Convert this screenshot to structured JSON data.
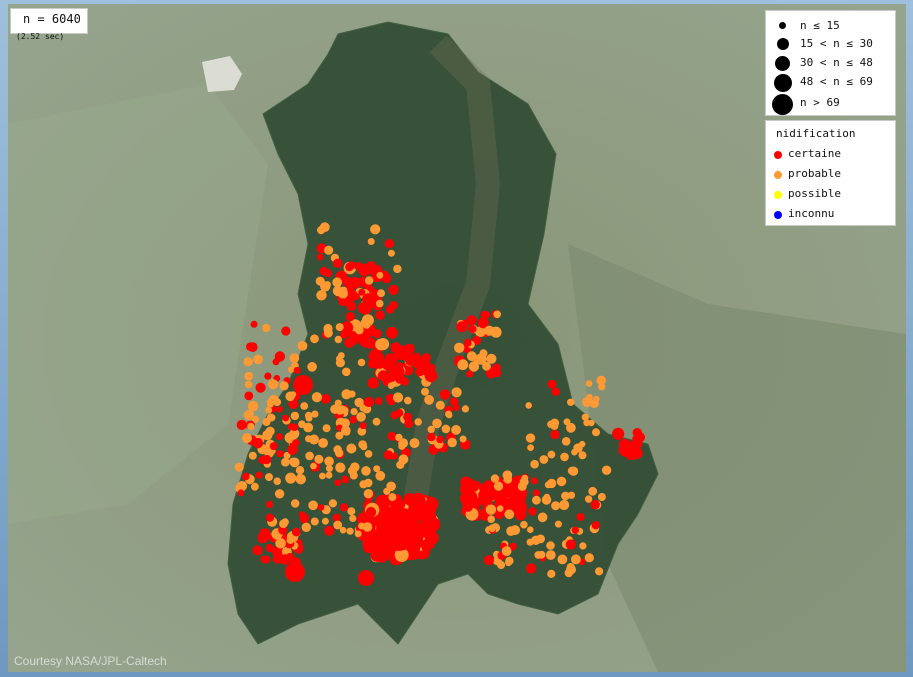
{
  "count_label": "n = 6040",
  "timing_label": "(2.52 sec)",
  "credit": "Courtesy NASA/JPL-Caltech",
  "size_legend": [
    {
      "label": "n ≤ 15",
      "icon": "small-dot"
    },
    {
      "label": "15 < n ≤ 30",
      "icon": "dot"
    },
    {
      "label": "30 < n ≤ 48",
      "icon": "dot"
    },
    {
      "label": "48 < n ≤ 69",
      "icon": "dot"
    },
    {
      "label": "n > 69",
      "icon": "large-dot"
    }
  ],
  "nidification_legend": {
    "title": "nidification",
    "items": [
      {
        "label": "certaine",
        "color": "#ff0000"
      },
      {
        "label": "probable",
        "color": "#ff9933"
      },
      {
        "label": "possible",
        "color": "#ffff00"
      },
      {
        "label": "inconnu",
        "color": "#0000ff"
      }
    ]
  },
  "colors": {
    "certaine": "#ff0000",
    "probable": "#ff9933",
    "region_fill": "#2f4a32",
    "background": "#8b9a78"
  }
}
